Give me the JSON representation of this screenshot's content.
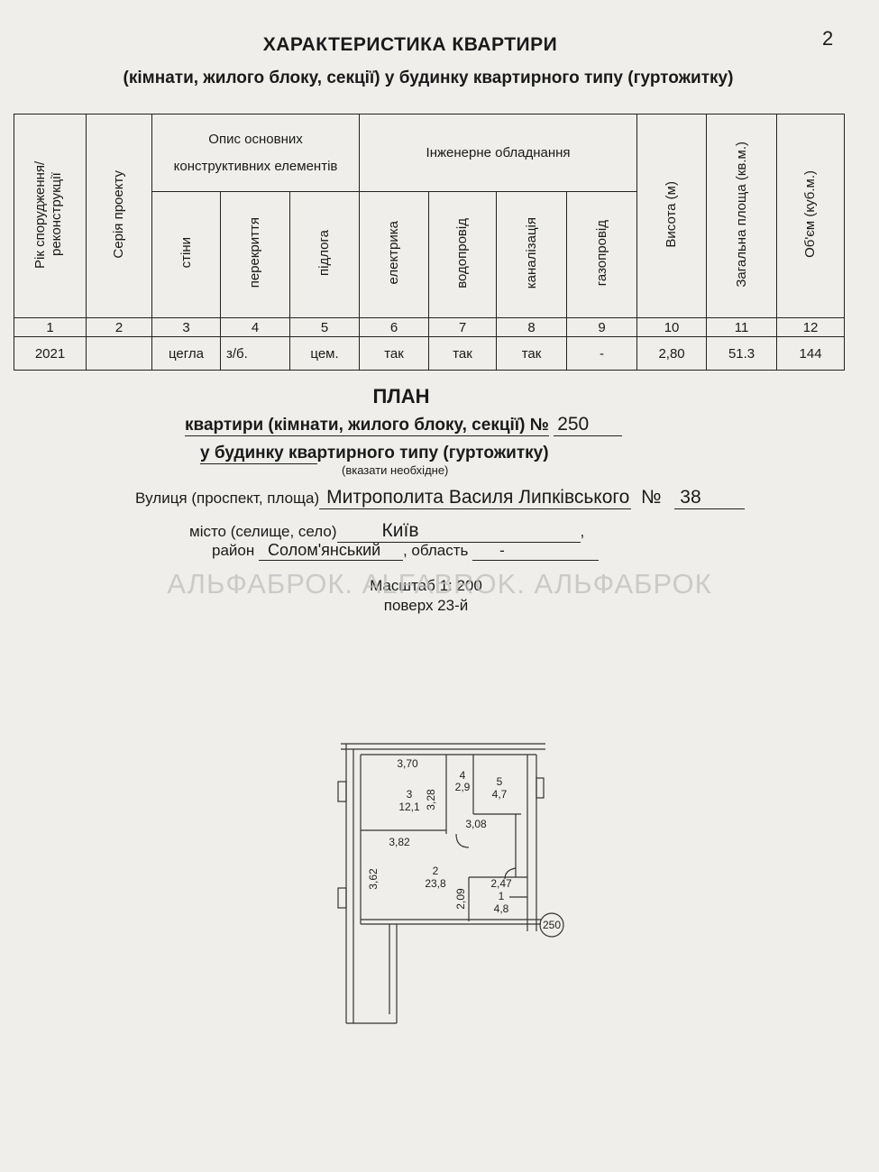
{
  "page_number": "2",
  "header": {
    "title": "ХАРАКТЕРИСТИКА КВАРТИРИ",
    "subtitle": "(кімнати, жилого блоку, секції) у будинку квартирного типу (гуртожитку)"
  },
  "table": {
    "col_year": "Рік спорудження/ реконструкції",
    "col_series": "Серія проекту",
    "group_structure": "Опис основних конструктивних елементів",
    "col_walls": "стіни",
    "col_ceilings": "перекриття",
    "col_floor": "підлога",
    "group_engineering": "Інженерне обладнання",
    "col_electric": "електрика",
    "col_water": "водопровід",
    "col_sewer": "каналізація",
    "col_gas": "газопровід",
    "col_height": "Висота (м)",
    "col_area": "Загальна площа (кв.м.)",
    "col_volume": "Об'єм (куб.м.)",
    "numbers": [
      "1",
      "2",
      "3",
      "4",
      "5",
      "6",
      "7",
      "8",
      "9",
      "10",
      "11",
      "12"
    ],
    "values": [
      "2021",
      "",
      "цегла",
      "з/б.",
      "цем.",
      "так",
      "так",
      "так",
      "-",
      "2,80",
      "51.3",
      "144"
    ]
  },
  "plan": {
    "title": "ПЛАН",
    "line1_prefix": "квартири (кімнати, жилого блоку, секції) №",
    "apartment_no": "250",
    "line2": "у будинку квартирного типу (гуртожитку)",
    "hint": "(вказати необхідне)",
    "street_label": "Вулиця (проспект, площа)",
    "street_value": "Митрополита Василя Липківського",
    "no_label": "№",
    "building_no": "38",
    "city_label": "місто (селище, село)",
    "city_value": "Київ",
    "district_label": "район",
    "district_value": "Солом'янський",
    "region_label": ", область",
    "region_value": "-",
    "watermark": "АЛЬФАБРОК.  ALFABROK.  АЛЬФАБРОК",
    "scale": "Масштаб 1: 200",
    "floor": "поверх 23-й"
  },
  "floorplan": {
    "dims": [
      "3,70",
      "3,28",
      "3,08",
      "3,82",
      "3,62",
      "2,09",
      "2,47"
    ],
    "rooms": [
      {
        "no": "3",
        "area": "12,1"
      },
      {
        "no": "4",
        "area": "2,9"
      },
      {
        "no": "5",
        "area": "4,7"
      },
      {
        "no": "2",
        "area": "23,8"
      },
      {
        "no": "1",
        "area": "4,8"
      }
    ],
    "marker": "250"
  }
}
